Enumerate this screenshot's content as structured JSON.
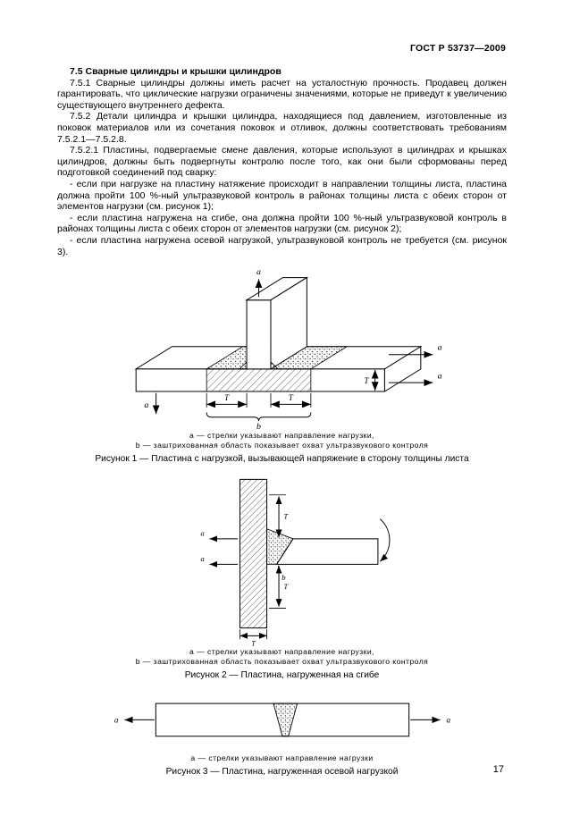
{
  "header": {
    "standard": "ГОСТ Р 53737—2009"
  },
  "footer": {
    "page_number": "17"
  },
  "content": {
    "section_heading": "7.5 Сварные цилиндры и крышки цилиндров",
    "paragraphs": [
      "7.5.1 Сварные цилиндры должны иметь расчет на усталостную прочность. Продавец должен гарантировать, что циклические нагрузки ограничены значениями, которые не приведут к увеличению существующего внутреннего дефекта.",
      "7.5.2 Детали цилиндра и крышки цилиндра, находящиеся под давлением, изготовленные из поковок материалов или из сочетания поковок и отливок, должны соответствовать требованиям 7.5.2.1—7.5.2.8.",
      "7.5.2.1 Пластины, подвергаемые смене давления, которые используют в цилиндрах и крышках цилиндров, должны быть подвергнуты контролю после того, как они были сформованы перед подготовкой соединений под сварку:",
      "- если при нагрузке  на пластину натяжение происходит в направлении толщины листа, пластина должна пройти 100 %-ный ультразвуковой контроль в районах толщины листа с обеих сторон от элементов нагрузки (см. рисунок 1);",
      "- если пластина нагружена на сгибе, она должна пройти 100 %-ный ультразвуковой контроль в районах толщины листа с обеих сторон от элементов нагрузки (см. рисунок 2);",
      "- если пластина нагружена осевой нагрузкой, ультразвуковой контроль не требуется (см. рисунок 3)."
    ]
  },
  "figure1": {
    "labels": {
      "a": "а",
      "b": "b",
      "t": "Т"
    },
    "notes": [
      "а — стрелки указывают направление нагрузки,",
      "b — заштрихованная область показывает охват ультразвукового контроля"
    ],
    "caption": "Рисунок 1 — Пластина с нагрузкой, вызывающей напряжение в сторону толщины листа"
  },
  "figure2": {
    "labels": {
      "a": "а",
      "b": "b",
      "t": "Т"
    },
    "notes": [
      "а — стрелки указывают направление нагрузки,",
      "b — заштрихованная область показывает охват ультразвукового контроля"
    ],
    "caption": "Рисунок 2 — Пластина, нагруженная на сгибе"
  },
  "figure3": {
    "labels": {
      "a": "а"
    },
    "notes": [
      "а — стрелки указывают направление нагрузки"
    ],
    "caption": "Рисунок 3 — Пластина, нагруженная осевой нагрузкой"
  }
}
